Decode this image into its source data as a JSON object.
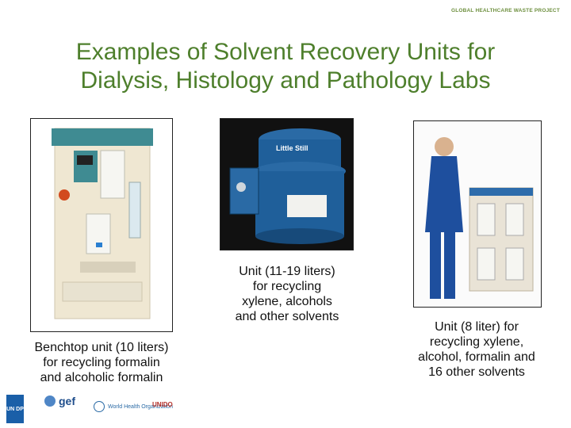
{
  "header": {
    "brand": "GLOBAL HEALTHCARE WASTE PROJECT"
  },
  "slide": {
    "title_lines": [
      "Examples of Solvent Recovery Units for",
      "Dialysis, Histology and Pathology Labs"
    ]
  },
  "units": [
    {
      "caption_lines": [
        "Benchtop unit (10 liters)",
        "for recycling formalin",
        "and alcoholic formalin"
      ]
    },
    {
      "device_label": "Little Still",
      "caption_lines": [
        "Unit (11-19 liters)",
        "for recycling",
        "xylene, alcohols",
        "and other solvents"
      ]
    },
    {
      "caption_lines": [
        "Unit (8 liter) for",
        "recycling xylene,",
        "alcohol, formalin and",
        "16 other solvents"
      ]
    }
  ],
  "footer": {
    "logos": [
      {
        "icon": "undp-logo",
        "text": "UN DP"
      },
      {
        "icon": "gef-logo",
        "text": "gef"
      },
      {
        "icon": "who-logo",
        "text": "World Health Organization"
      },
      {
        "icon": "unido-logo",
        "text": "UNIDO"
      }
    ]
  },
  "colors": {
    "title": "#4e7f2c",
    "brand": "#6d8f3e",
    "device_blue": "#1f5f9a",
    "device_body": "#efe7d2"
  }
}
